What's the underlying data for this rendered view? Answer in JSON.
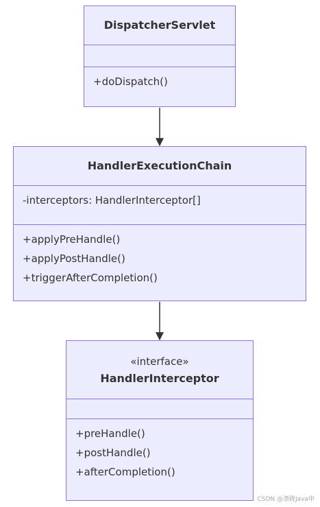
{
  "classes": [
    {
      "name": "DispatcherServlet",
      "stereotype": "",
      "attributes": [],
      "methods": [
        "+doDispatch()"
      ]
    },
    {
      "name": "HandlerExecutionChain",
      "stereotype": "",
      "attributes": [
        "-interceptors: HandlerInterceptor[]"
      ],
      "methods": [
        "+applyPreHandle()",
        "+applyPostHandle()",
        "+triggerAfterCompletion()"
      ]
    },
    {
      "name": "HandlerInterceptor",
      "stereotype": "«interface»",
      "attributes": [],
      "methods": [
        "+preHandle()",
        "+postHandle()",
        "+afterCompletion()"
      ]
    }
  ],
  "relations": [
    {
      "from": "DispatcherServlet",
      "to": "HandlerExecutionChain",
      "type": "association"
    },
    {
      "from": "HandlerExecutionChain",
      "to": "HandlerInterceptor",
      "type": "association"
    }
  ],
  "watermark": "CSDN @添砖Java中",
  "colors": {
    "box_fill": "#ececff",
    "box_border": "#9370db",
    "text": "#333333",
    "edge": "#333333"
  }
}
